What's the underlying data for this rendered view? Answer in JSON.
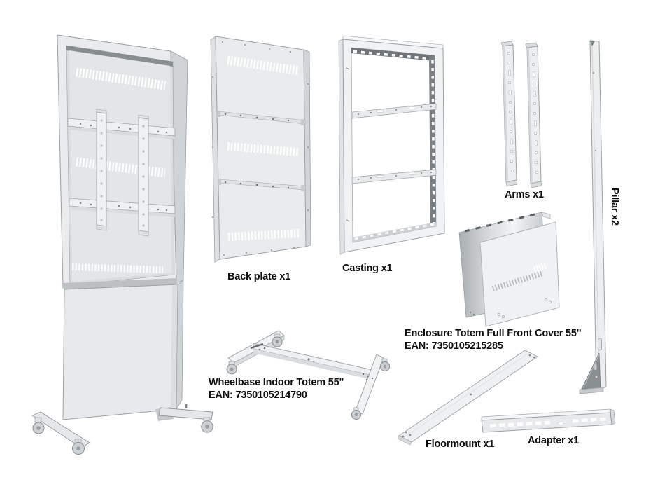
{
  "sheet": {
    "background": "#ffffff",
    "text_color": "#0e0e0e"
  },
  "colors": {
    "part_fill": "#e9ebec",
    "part_fill_light": "#f0f2f3",
    "part_side": "#cfd3d5",
    "part_border": "#9aa0a4",
    "dark_wall": "#70757a",
    "metal_dark": "#aeb3b6",
    "vent_white": "#fcfdfd"
  },
  "parts": {
    "back_plate": {
      "label": "Back plate x1"
    },
    "casting": {
      "label": "Casting x1"
    },
    "arms": {
      "label": "Arms x1"
    },
    "pillar": {
      "label": "Pillar x2"
    },
    "enclosure_front_cover": {
      "label": "Enclosure Totem Full Front Cover 55''",
      "ean": "EAN: 7350105215285"
    },
    "wheelbase": {
      "label": "Wheelbase Indoor Totem 55\"",
      "ean": "EAN: 7350105214790"
    },
    "floormount": {
      "label": "Floormount x1"
    },
    "adapter": {
      "label": "Adapter x1"
    }
  }
}
